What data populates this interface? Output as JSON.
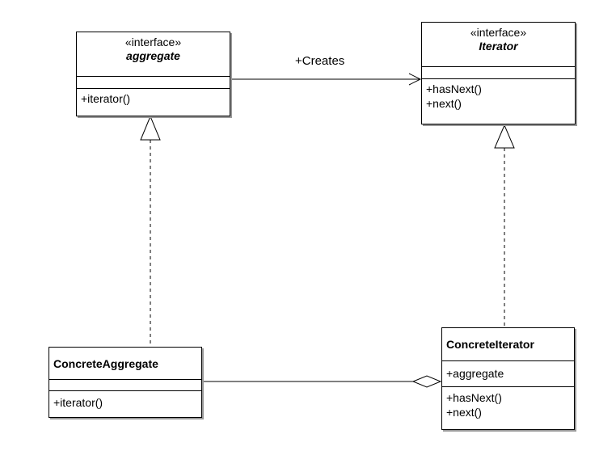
{
  "classes": {
    "aggregate": {
      "stereotype": "«interface»",
      "name": "aggregate",
      "attributes": [],
      "operations": [
        "+iterator()"
      ]
    },
    "iterator": {
      "stereotype": "«interface»",
      "name": "Iterator",
      "attributes": [],
      "operations": [
        "+hasNext()",
        "+next()"
      ]
    },
    "concrete_aggregate": {
      "name": "ConcreteAggregate",
      "attributes": [],
      "operations": [
        "+iterator()"
      ]
    },
    "concrete_iterator": {
      "name": "ConcreteIterator",
      "attributes": [
        "+aggregate"
      ],
      "operations": [
        "+hasNext()",
        "+next()"
      ]
    }
  },
  "relationships": {
    "creates": {
      "label": "+Creates",
      "type": "dependency"
    },
    "realization_aggregate": {
      "type": "realization"
    },
    "realization_iterator": {
      "type": "realization"
    },
    "aggregation": {
      "type": "aggregation"
    }
  },
  "colors": {
    "line": "#000000",
    "box_fill": "#ffffff",
    "shadow": "#9a9a9a"
  }
}
